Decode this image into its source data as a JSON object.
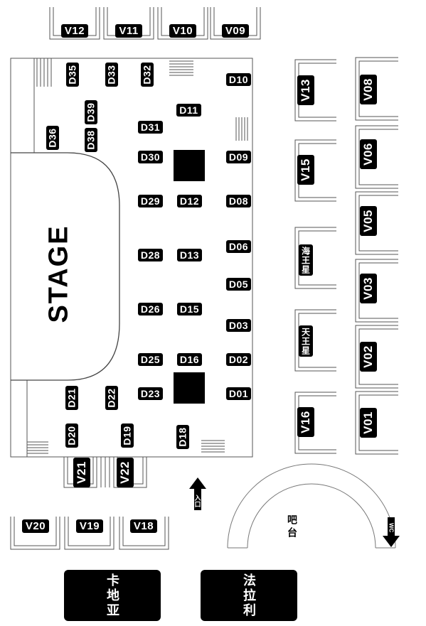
{
  "stage_label": "STAGE",
  "booths_top": [
    "V12",
    "V11",
    "V10",
    "V09"
  ],
  "booths_right_col1": [
    "V13",
    "V15",
    "海王星",
    "天王星",
    "V16"
  ],
  "booths_right_col2": [
    "V08",
    "V06",
    "V05",
    "V03",
    "V02",
    "V01"
  ],
  "booths_left_mid": [
    "V21",
    "V22"
  ],
  "booths_bottom": [
    "V20",
    "V19",
    "V18"
  ],
  "tables": {
    "d35": "D35",
    "d33": "D33",
    "d32": "D32",
    "d39": "D39",
    "d38": "D38",
    "d36": "D36",
    "d10": "D10",
    "d11": "D11",
    "d31": "D31",
    "d30": "D30",
    "d09": "D09",
    "d29": "D29",
    "d12": "D12",
    "d08": "D08",
    "d06": "D06",
    "d28": "D28",
    "d13": "D13",
    "d05": "D05",
    "d26": "D26",
    "d15": "D15",
    "d03": "D03",
    "d25": "D25",
    "d16": "D16",
    "d02": "D02",
    "d23": "D23",
    "d01": "D01",
    "d21": "D21",
    "d22": "D22",
    "d20": "D20",
    "d19": "D19",
    "d18": "D18"
  },
  "entrance_label": "入口",
  "wc_label": "WC",
  "bar_label": "吧台",
  "rooms": [
    "卡地亚",
    "法拉利"
  ]
}
